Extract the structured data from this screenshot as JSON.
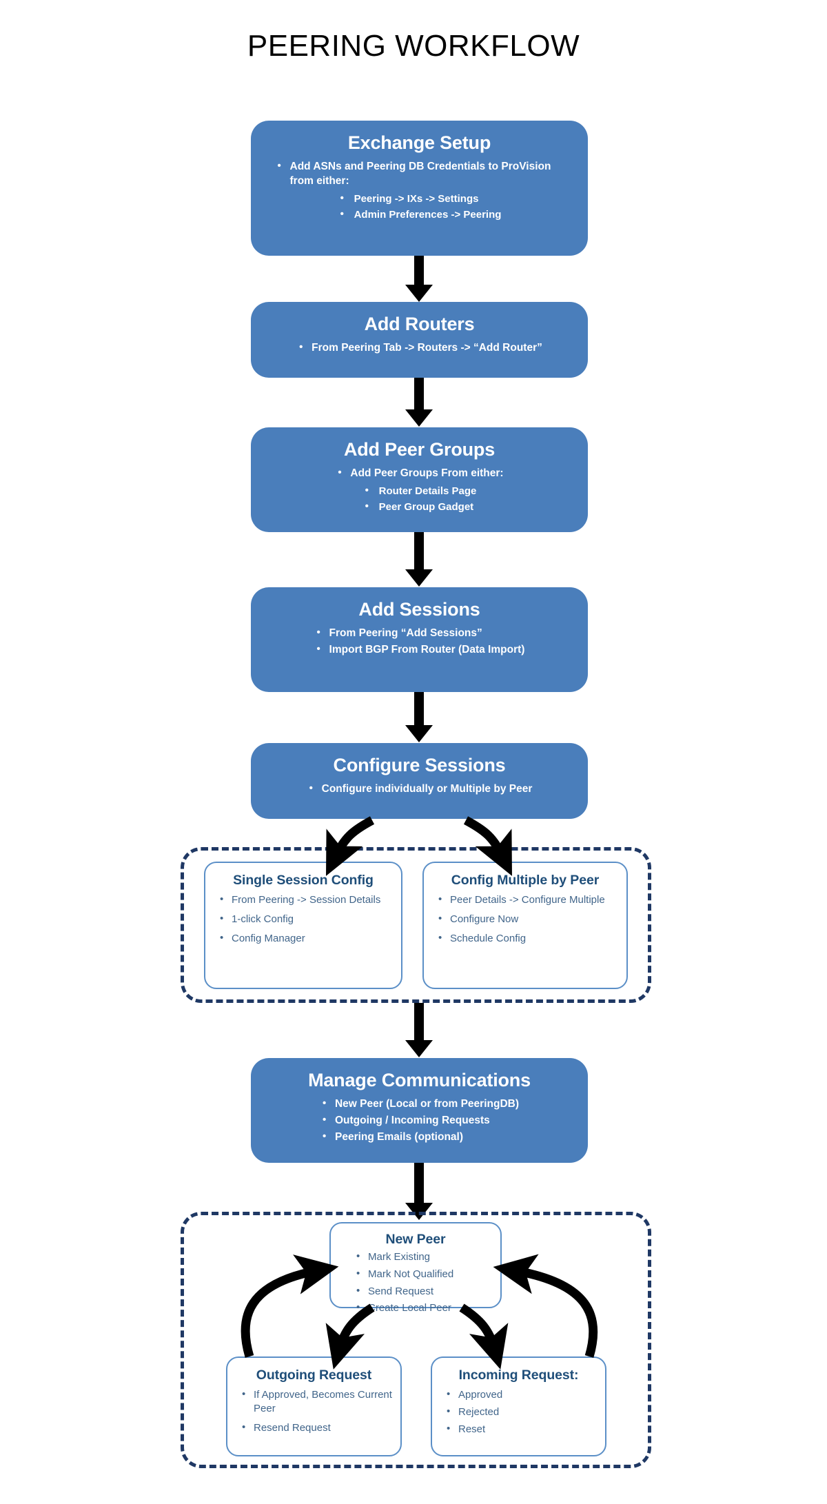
{
  "title": "PEERING WORKFLOW",
  "theme": {
    "step_fill": "#4a7ebb",
    "step_text": "#ffffff",
    "dashed_border": "#1f3864",
    "sub_border": "#5b8fc7",
    "sub_title_text": "#1f4e79",
    "sub_body_text": "#41658a",
    "arrow_color": "#000000",
    "background": "#ffffff"
  },
  "steps": [
    {
      "id": "exchange-setup",
      "title": "Exchange Setup",
      "bullets": [
        "Add ASNs and Peering DB Credentials to ProVision from either:"
      ],
      "sub_bullets": [
        "Peering -> IXs -> Settings",
        "Admin Preferences -> Peering"
      ]
    },
    {
      "id": "add-routers",
      "title": "Add Routers",
      "bullets": [
        "From Peering Tab -> Routers -> “Add Router”"
      ],
      "sub_bullets": []
    },
    {
      "id": "add-peer-groups",
      "title": "Add Peer Groups",
      "bullets": [
        "Add Peer Groups From either:"
      ],
      "sub_bullets": [
        "Router Details Page",
        "Peer Group Gadget"
      ]
    },
    {
      "id": "add-sessions",
      "title": "Add Sessions",
      "bullets": [
        "From  Peering “Add Sessions”",
        "Import BGP From Router (Data Import)"
      ],
      "sub_bullets": []
    },
    {
      "id": "configure-sessions",
      "title": "Configure Sessions",
      "bullets": [
        "Configure individually or Multiple by Peer"
      ],
      "sub_bullets": []
    },
    {
      "id": "manage-communications",
      "title": "Manage Communications",
      "bullets": [
        "New Peer (Local or from PeeringDB)",
        "Outgoing / Incoming Requests",
        "Peering Emails (optional)"
      ],
      "sub_bullets": []
    }
  ],
  "config_group": {
    "boxes": [
      {
        "id": "single-session-config",
        "title": "Single Session Config",
        "items": [
          "From Peering -> Session Details",
          "1-click Config",
          "Config Manager"
        ]
      },
      {
        "id": "config-multiple-by-peer",
        "title": "Config Multiple by Peer",
        "items": [
          "Peer Details -> Configure Multiple",
          "Configure Now",
          "Schedule Config"
        ]
      }
    ]
  },
  "peer_group": {
    "boxes": [
      {
        "id": "new-peer",
        "title": "New Peer",
        "items": [
          "Mark Existing",
          "Mark Not Qualified",
          "Send Request",
          "Create Local Peer"
        ]
      },
      {
        "id": "outgoing-request",
        "title": "Outgoing Request",
        "items": [
          "If Approved, Becomes Current Peer",
          "Resend Request"
        ]
      },
      {
        "id": "incoming-request",
        "title": "Incoming Request:",
        "items": [
          "Approved",
          "Rejected",
          "Reset"
        ]
      }
    ]
  }
}
